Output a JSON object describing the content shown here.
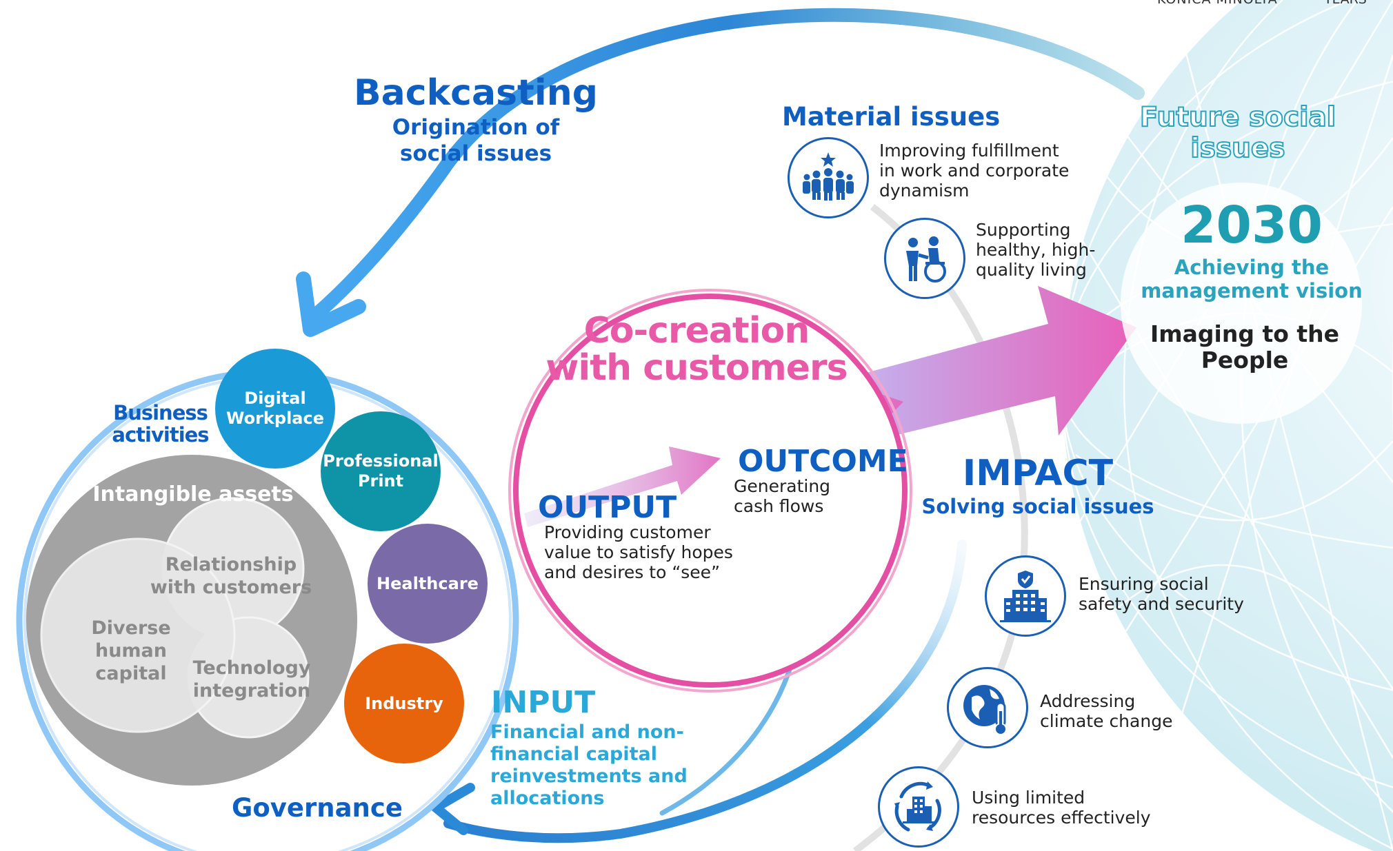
{
  "brand": {
    "company": "KONICA MINOLTA",
    "years": "YEARS"
  },
  "backcasting": {
    "title": "Backcasting",
    "subtitle_line1": "Origination of",
    "subtitle_line2": "social issues"
  },
  "business": {
    "label_line1": "Business",
    "label_line2": "activities",
    "units": [
      {
        "line1": "Digital",
        "line2": "Workplace",
        "color": "#1a9ad6"
      },
      {
        "line1": "Professional",
        "line2": "Print",
        "color": "#0f93a6"
      },
      {
        "line1": "Healthcare",
        "line2": "",
        "color": "#7b6aa8"
      },
      {
        "line1": "Industry",
        "line2": "",
        "color": "#e8640c"
      }
    ]
  },
  "intangible": {
    "title": "Intangible assets",
    "relationship_line1": "Relationship",
    "relationship_line2": "with customers",
    "human_line1": "Diverse",
    "human_line2": "human",
    "human_line3": "capital",
    "tech_line1": "Technology",
    "tech_line2": "integration"
  },
  "governance": "Governance",
  "cocreation": {
    "line1": "Co-creation",
    "line2": "with customers"
  },
  "output": {
    "title": "OUTPUT",
    "line1": "Providing customer",
    "line2": "value to satisfy hopes",
    "line3": "and desires to “see”"
  },
  "outcome": {
    "title": "OUTCOME",
    "line1": "Generating",
    "line2": "cash flows"
  },
  "impact": {
    "title": "IMPACT",
    "subtitle": "Solving social issues"
  },
  "input": {
    "title": "INPUT",
    "line1": "Financial and non-",
    "line2": "financial capital",
    "line3": "reinvestments and",
    "line4": "allocations"
  },
  "material": {
    "title": "Material issues",
    "items": [
      {
        "icon": "people-group-icon",
        "line1": "Improving fulfillment",
        "line2": "in work and corporate",
        "line3": "dynamism"
      },
      {
        "icon": "caregiver-wheelchair-icon",
        "line1": "Supporting",
        "line2": "healthy, high-",
        "line3": "quality living"
      },
      {
        "icon": "secure-building-icon",
        "line1": "Ensuring social",
        "line2": "safety and security",
        "line3": ""
      },
      {
        "icon": "globe-thermometer-icon",
        "line1": "Addressing",
        "line2": "climate change",
        "line3": ""
      },
      {
        "icon": "recycle-city-icon",
        "line1": "Using limited",
        "line2": "resources effectively",
        "line3": ""
      }
    ]
  },
  "future": {
    "title_line1": "Future social",
    "title_line2": "issues",
    "year": "2030",
    "vision_line1": "Achieving the",
    "vision_line2": "management vision",
    "slogan_line1": "Imaging to the",
    "slogan_line2": "People"
  }
}
